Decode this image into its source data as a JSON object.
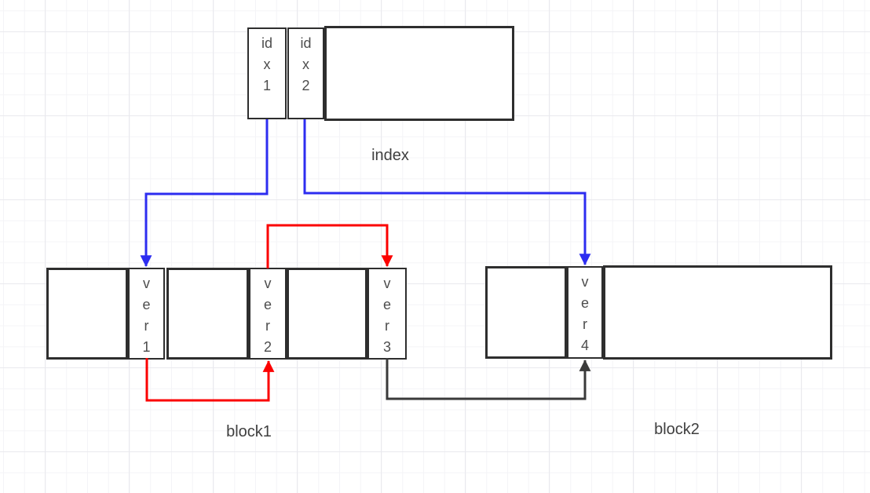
{
  "diagram": {
    "index_record": {
      "label": "index",
      "cells": [
        {
          "text": "idx1"
        },
        {
          "text": "idx2"
        }
      ]
    },
    "block1": {
      "label": "block1",
      "cells": [
        {
          "text": "ver1"
        },
        {
          "text": "ver2"
        },
        {
          "text": "ver3"
        }
      ]
    },
    "block2": {
      "label": "block2",
      "cells": [
        {
          "text": "ver4"
        }
      ]
    },
    "arrows": [
      {
        "from": "idx1",
        "to": "ver1",
        "color": "blue"
      },
      {
        "from": "idx2",
        "to": "ver4",
        "color": "blue"
      },
      {
        "from": "ver2",
        "to": "ver3",
        "color": "red"
      },
      {
        "from": "ver1",
        "to": "ver2",
        "color": "red"
      },
      {
        "from": "ver3",
        "to": "ver4",
        "color": "dark"
      }
    ],
    "colors": {
      "blue": "#2d2df0",
      "red": "#fb0000",
      "dark": "#3a3a3a",
      "border": "#2e2e2e",
      "text": "#4d4d4d",
      "label": "#3f3f3f"
    }
  }
}
